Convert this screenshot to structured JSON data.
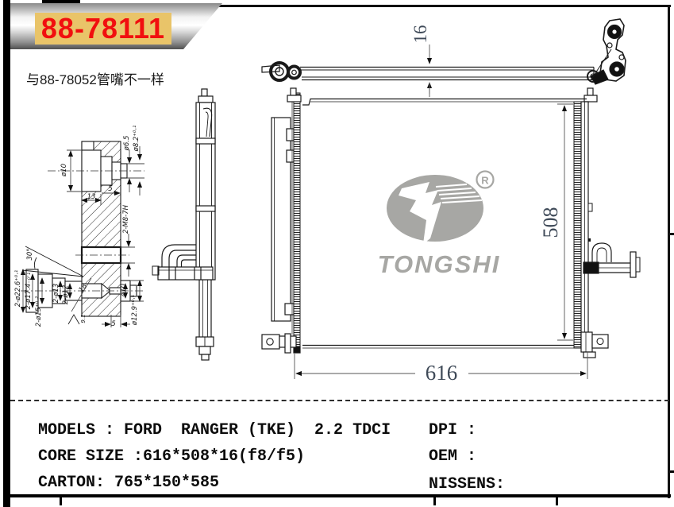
{
  "banner": {
    "part_number": "88-78111"
  },
  "note": "与88-78052管嘴不一样",
  "logo": {
    "brand": "TONGSHI",
    "registered": "R"
  },
  "drawing": {
    "dim_thickness": "16",
    "dim_height": "508",
    "dim_width": "616",
    "section_dims": {
      "d10_top": "ø10",
      "d65": "ø6.5",
      "d82": "ø8.2⁺⁰·¹",
      "len13": "13",
      "len5_top": "5",
      "thread": "2-M8-7H",
      "angle": "30°",
      "d226": "2-ø22.6⁺⁰·¹",
      "d174": "2-ø17.4₋₀·₁",
      "d15": "2-ø15⁺⁰·²",
      "d13": "2-ø13",
      "d12": "2-ø12",
      "len18": "18",
      "d10_bot": "ø10",
      "d129": "ø12.9⁺⁰·¹",
      "len5_bot": "5",
      "finish": "9.1"
    }
  },
  "specs": {
    "left": [
      "MODELS : FORD  RANGER (TKE)  2.2 TDCI",
      "CORE SIZE :616*508*16(f8/f5)",
      "CARTON: 765*150*585"
    ],
    "right": [
      "DPI :",
      "OEM :",
      "NISSENS:"
    ]
  },
  "colors": {
    "accent_red": "#f10f0f",
    "banner_gold": "#e9c469",
    "dim_text": "#3f4a58",
    "logo_gray": "#a7a7a4"
  }
}
